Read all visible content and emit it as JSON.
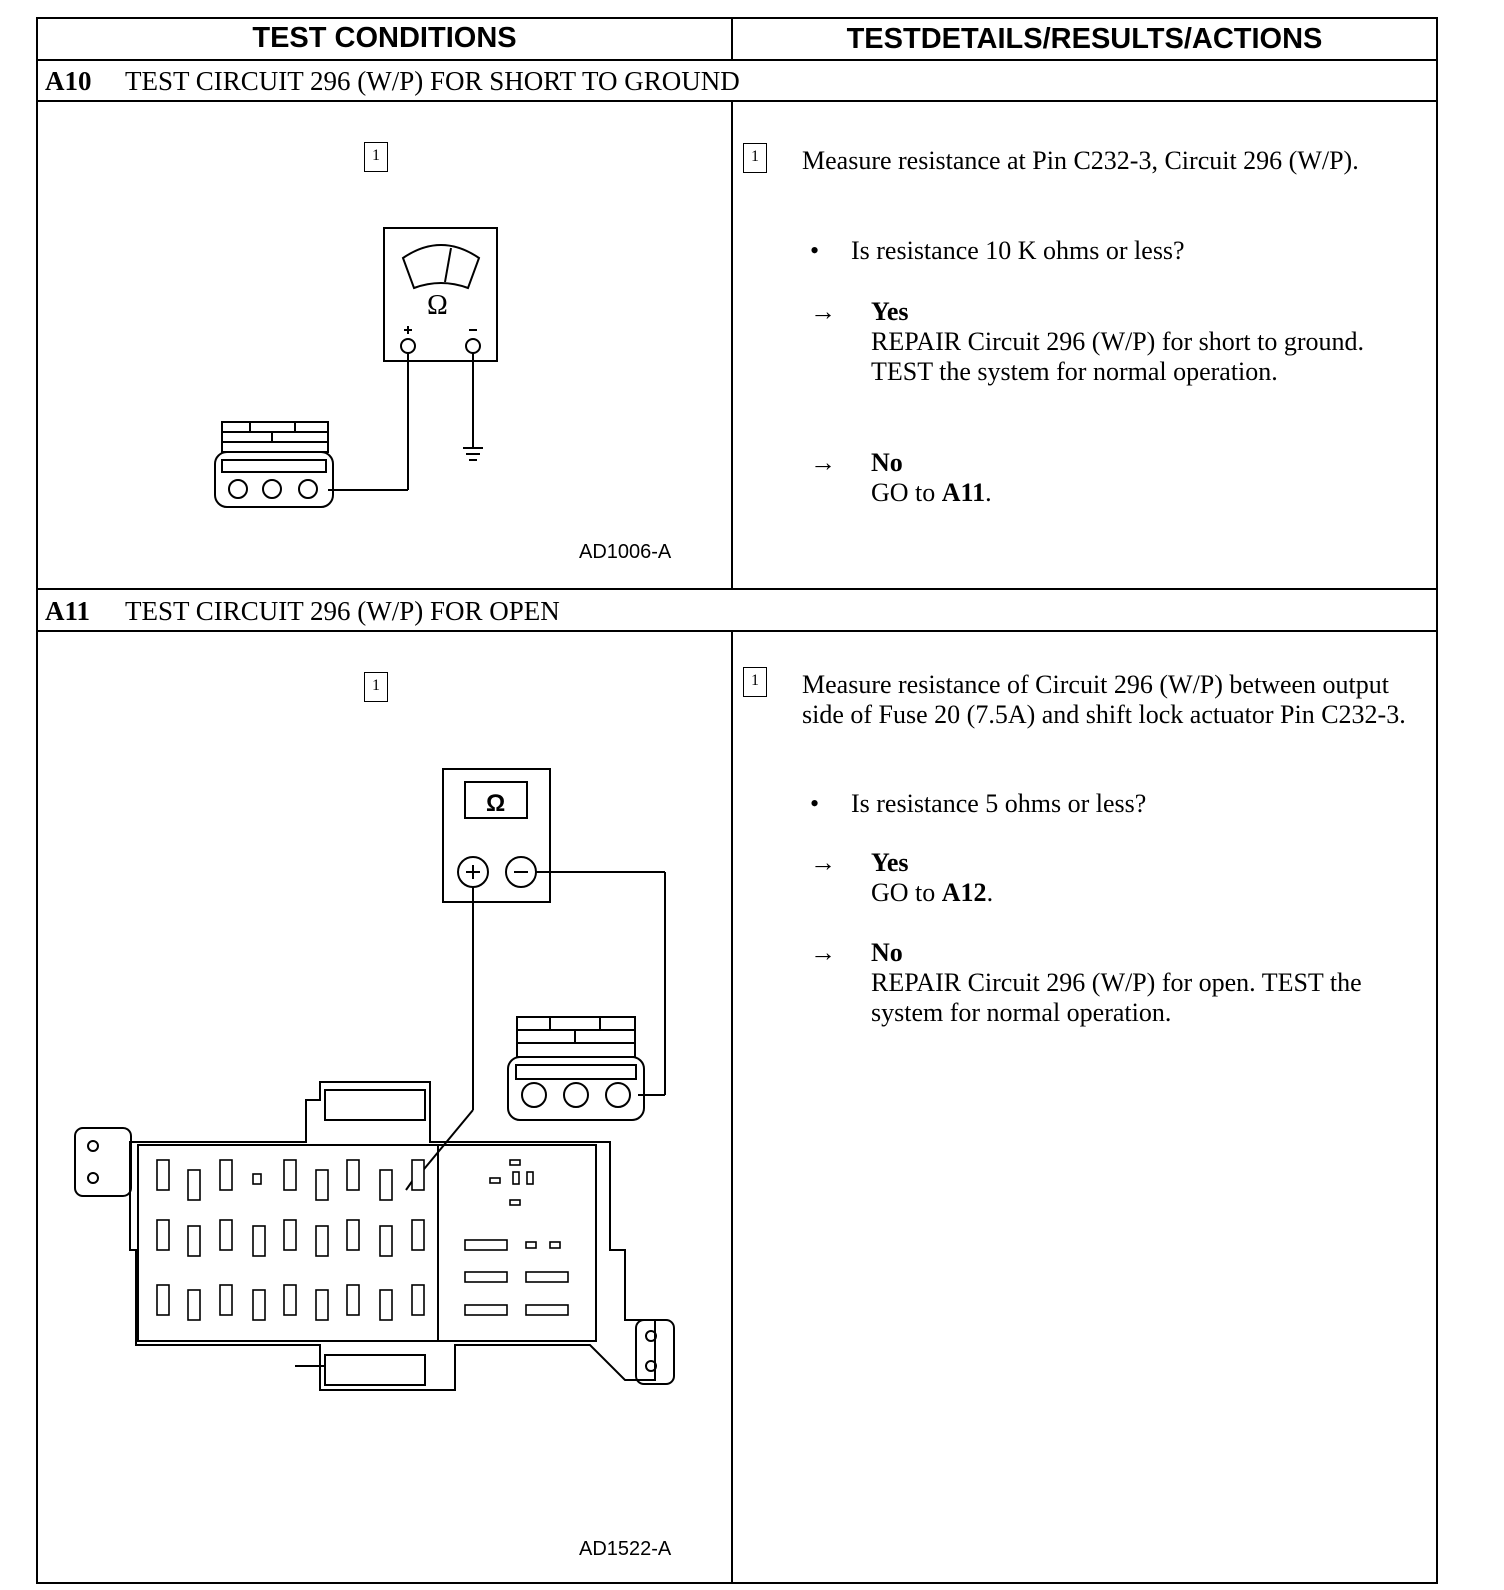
{
  "header": {
    "col1": "TEST CONDITIONS",
    "col2": "TESTDETAILS/RESULTS/ACTIONS"
  },
  "a10": {
    "id": "A10",
    "title": "TEST CIRCUIT 296 (W/P) FOR SHORT TO GROUND",
    "step": "1",
    "figure_label": "AD1006-A",
    "meter_symbol": "Ω",
    "instruction": "Measure resistance at Pin C232-3, Circuit 296 (W/P).",
    "question": "Is resistance 10 K ohms or less?",
    "bullet": "•",
    "arrow": "→",
    "yes_label": "Yes",
    "yes_action": "REPAIR Circuit 296 (W/P) for short to ground. TEST the system for normal operation.",
    "no_label": "No",
    "no_action_prefix": "GO to ",
    "no_action_target": "A11",
    "no_action_suffix": "."
  },
  "a11": {
    "id": "A11",
    "title": "TEST CIRCUIT 296 (W/P) FOR OPEN",
    "step": "1",
    "figure_label": "AD1522-A",
    "meter_symbol": "Ω",
    "instruction": "Measure resistance of Circuit 296 (W/P) between output side of Fuse 20 (7.5A) and shift lock actuator Pin C232-3.",
    "question": "Is resistance 5 ohms or less?",
    "bullet": "•",
    "arrow": "→",
    "yes_label": "Yes",
    "yes_action_prefix": "GO to ",
    "yes_action_target": "A12",
    "yes_action_suffix": ".",
    "no_label": "No",
    "no_action": "REPAIR Circuit 296 (W/P) for open. TEST the system for normal operation."
  }
}
